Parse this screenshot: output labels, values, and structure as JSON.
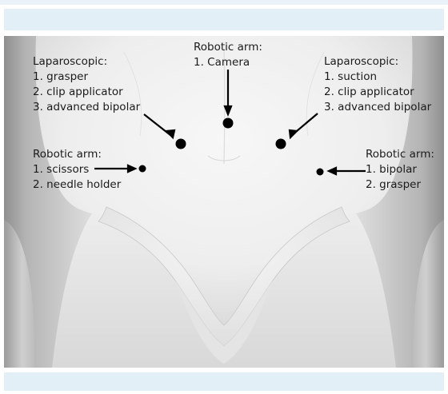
{
  "figure": {
    "center_label": {
      "heading": "Robotic arm:",
      "items": [
        "1. Camera"
      ]
    },
    "left_laparoscopic": {
      "heading": "Laparoscopic:",
      "items": [
        "1. grasper",
        "2. clip applicator",
        "3. advanced bipolar"
      ]
    },
    "right_laparoscopic": {
      "heading": "Laparoscopic:",
      "items": [
        "1. suction",
        "2. clip applicator",
        "3. advanced bipolar"
      ]
    },
    "left_robotic": {
      "heading": "Robotic arm:",
      "items": [
        "1. scissors",
        "2. needle holder"
      ]
    },
    "right_robotic": {
      "heading": "Robotic arm:",
      "items": [
        "1. bipolar",
        "2. grasper"
      ]
    }
  },
  "colors": {
    "band": "#e3eff6",
    "skin_light": "#f4f4f4",
    "skin_shadow": "#c9c9c9",
    "port": "#000000"
  }
}
